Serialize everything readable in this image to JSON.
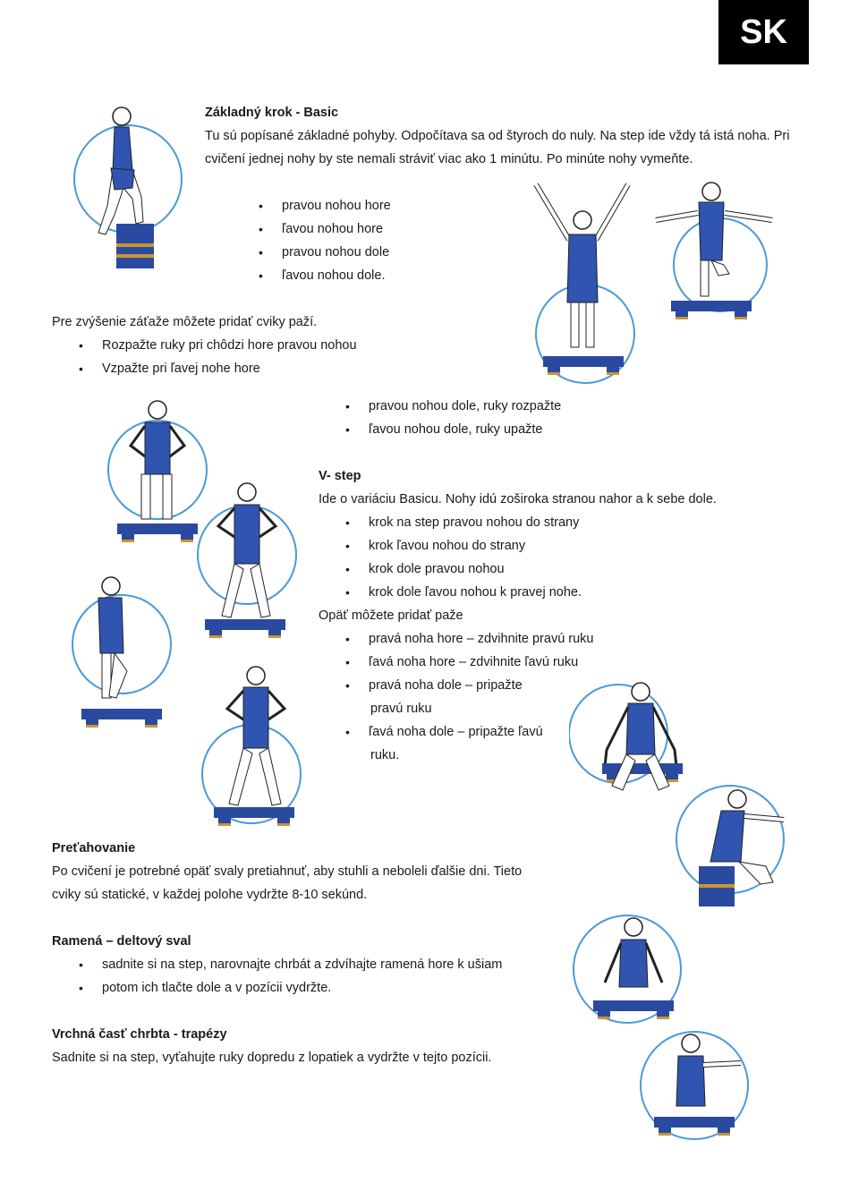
{
  "badge": "SK",
  "basic": {
    "title": "Základný krok - Basic",
    "para": [
      "Tu sú popísané základné pohyby. Odpočítava sa od štyroch do nuly. Na step ide vždy tá istá noha. Pri",
      "cvičení jednej nohy by ste nemali stráviť viac ako 1 minútu. Po minúte nohy vymeňte."
    ],
    "items": [
      "pravou nohou hore",
      "ľavou nohou hore",
      "pravou nohou dole",
      "ľavou nohou dole."
    ]
  },
  "arms": {
    "intro": "Pre zvýšenie záťaže môžete pridať cviky paží.",
    "items": [
      "Rozpažte ruky pri chôdzi hore pravou nohou",
      "Vzpažte pri ľavej nohe hore"
    ],
    "items2": [
      "pravou nohou dole, ruky rozpažte",
      "ľavou nohou dole, ruky upažte"
    ]
  },
  "vstep": {
    "title": "V- step",
    "intro": "Ide o variáciu Basicu. Nohy idú zoširoka stranou nahor a k sebe dole.",
    "items": [
      "krok na step pravou nohou do strany",
      "krok ľavou nohou do strany",
      "krok dole pravou nohou",
      "krok dole ľavou nohou k pravej nohe."
    ],
    "arms_intro": "Opäť môžete pridať paže",
    "arms": [
      "pravá noha hore – zdvihnite pravú ruku",
      "ľavá noha hore – zdvihnite ľavú ruku",
      "pravá noha dole – pripažte",
      "pravú ruku",
      "ľavá noha dole – pripažte ľavú",
      "ruku."
    ]
  },
  "stretch": {
    "title": "Preťahovanie",
    "para": [
      "Po cvičení je potrebné opäť svaly pretiahnuť, aby stuhli a neboleli ďalšie dni. Tieto",
      "cviky sú statické, v každej polohe vydržte 8-10 sekúnd."
    ]
  },
  "shoulders": {
    "title": "Ramená – deltový sval",
    "items": [
      "sadnite si na step, narovnajte chrbát a zdvíhajte ramená hore k ušiam",
      "potom ich tlačte dole a v pozícii vydržte."
    ]
  },
  "upper": {
    "title": "Vrchná časť chrbta - trapézy",
    "para": "Sadnite si na step, vyťahujte ruky dopredu z lopatiek a vydržte v tejto pozícii."
  },
  "colors": {
    "figure_blue": "#2f55b0",
    "step_blue": "#2a4aa0",
    "circle": "#4a9ad8",
    "step_gold": "#c9962e"
  }
}
